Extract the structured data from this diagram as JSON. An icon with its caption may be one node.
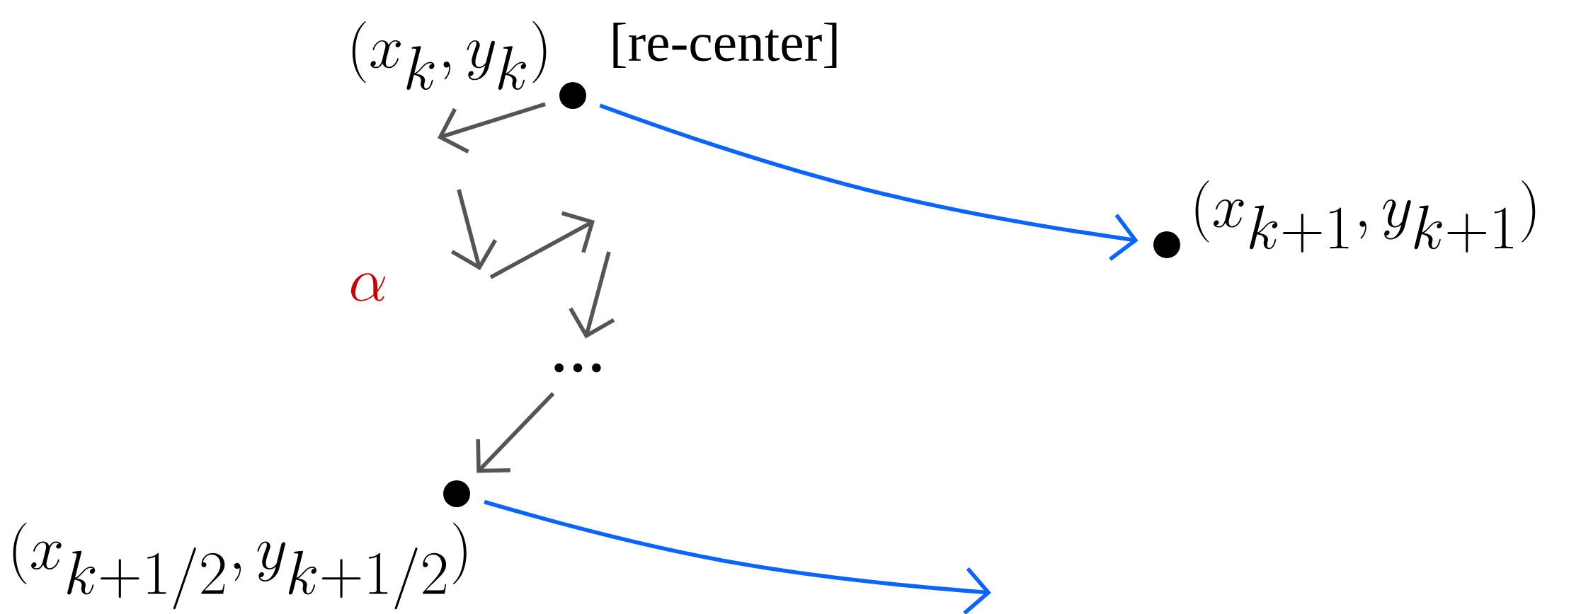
{
  "diagram": {
    "nodes": [
      {
        "text": [],
        "shape": "circle",
        "beside": [
          "(x_k, y_k)",
          "[re-center]"
        ]
      },
      {
        "text": [],
        "shape": "circle",
        "beside": [
          "(x_{k+1}, y_{k+1})"
        ]
      },
      {
        "text": [],
        "shape": "circle",
        "beside": [
          "(x_{k+1/2}, y_{k+1/2})"
        ]
      },
      {
        "text": [
          "..."
        ]
      }
    ],
    "edges": [
      {
        "from": 0,
        "to": null,
        "arrow": "to",
        "color": "#555555"
      },
      {
        "from": null,
        "to": 3,
        "arrow": "to",
        "color": "#555555"
      },
      {
        "from": 3,
        "to": 2,
        "arrow": "to",
        "color": "#555555"
      },
      {
        "from": 0,
        "to": 1,
        "arrow": "to",
        "color": "#0a64ff"
      },
      {
        "from": 2,
        "to": null,
        "arrow": "to",
        "color": "#0a64ff"
      }
    ],
    "labels": [
      "\\alpha"
    ]
  }
}
